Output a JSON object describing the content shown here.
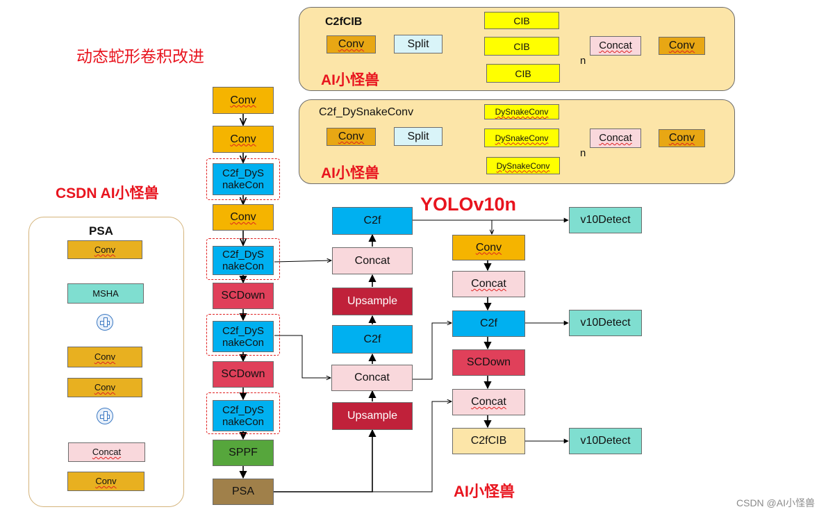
{
  "title_cn": "动态蛇形卷积改进",
  "watermark_mid": "CSDN AI小怪兽",
  "watermark_panel1": "AI小怪兽",
  "watermark_panel2": "AI小怪兽",
  "watermark_bottom": "AI小怪兽",
  "yolo_title": "YOLOv10n",
  "footer": "CSDN @AI小怪兽",
  "colors": {
    "conv": "#f5b400",
    "c2f": "#00b0f0",
    "scdown": "#e0405a",
    "upsample": "#c0213a",
    "concat": "#f9d8dc",
    "detect": "#7fded0",
    "sppf": "#56a63c",
    "psa": "#a0804a",
    "split": "#d9f4f8",
    "yellow": "#ffff00",
    "panel": "#fce5a8",
    "red": "#e8141e"
  },
  "c2fcib": {
    "title": "C2fCIB",
    "conv_in": "Conv",
    "split": "Split",
    "cib1": "CIB",
    "cib2": "CIB",
    "cib3": "CIB",
    "concat": "Concat",
    "conv_out": "Conv",
    "n": "n"
  },
  "c2fdsc": {
    "title": "C2f_DySnakeConv",
    "conv_in": "Conv",
    "split": "Split",
    "dsc1": "DySnakeConv",
    "dsc2": "DySnakeConv",
    "dsc3": "DySnakeConv",
    "concat": "Concat",
    "conv_out": "Conv",
    "n": "n"
  },
  "psa": {
    "title": "PSA",
    "conv1": "Conv",
    "msha": "MSHA",
    "conv2": "Conv",
    "conv3": "Conv",
    "concat": "Concat",
    "conv4": "Conv"
  },
  "backbone": {
    "conv1": "Conv",
    "conv2": "Conv",
    "c2f_dsc1_l1": "C2f_DyS",
    "c2f_dsc1_l2": "nakeCon",
    "conv3": "Conv",
    "c2f_dsc2_l1": "C2f_DyS",
    "c2f_dsc2_l2": "nakeCon",
    "scdown1": "SCDown",
    "c2f_dsc3_l1": "C2f_DyS",
    "c2f_dsc3_l2": "nakeCon",
    "scdown2": "SCDown",
    "c2f_dsc4_l1": "C2f_DyS",
    "c2f_dsc4_l2": "nakeCon",
    "sppf": "SPPF",
    "psa": "PSA"
  },
  "neck_mid": {
    "c2f_top": "C2f",
    "concat_top": "Concat",
    "upsample_top": "Upsample",
    "c2f_mid": "C2f",
    "concat_mid": "Concat",
    "upsample_bot": "Upsample"
  },
  "neck_right": {
    "conv": "Conv",
    "concat1": "Concat",
    "c2f": "C2f",
    "scdown": "SCDown",
    "concat2": "Concat",
    "c2fcib": "C2fCIB"
  },
  "detect": {
    "d1": "v10Detect",
    "d2": "v10Detect",
    "d3": "v10Detect"
  }
}
